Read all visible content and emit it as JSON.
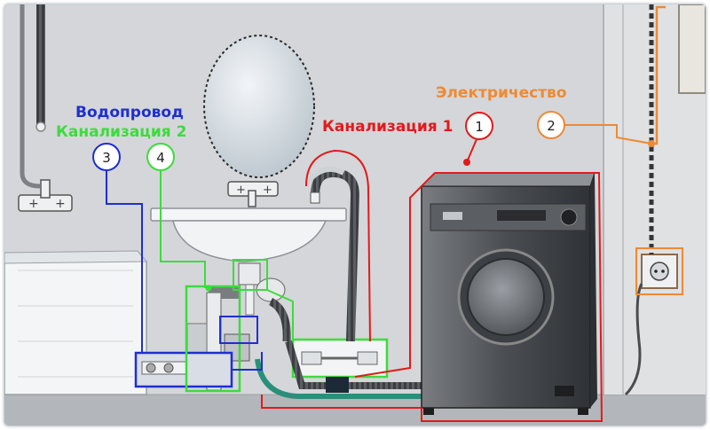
{
  "labels": {
    "water_supply": "Водопровод",
    "sewer_2": "Канализация 2",
    "sewer_1": "Канализация 1",
    "electricity": "Электричество"
  },
  "markers": {
    "m1": "1",
    "m2": "2",
    "m3": "3",
    "m4": "4"
  },
  "colors": {
    "water_supply": "#1e2fd0",
    "sewer_2": "#3ddb3d",
    "sewer_1": "#e11b1b",
    "electricity": "#ee8a33",
    "wall": "#d4d6d9",
    "floor": "#b3b6ba"
  }
}
